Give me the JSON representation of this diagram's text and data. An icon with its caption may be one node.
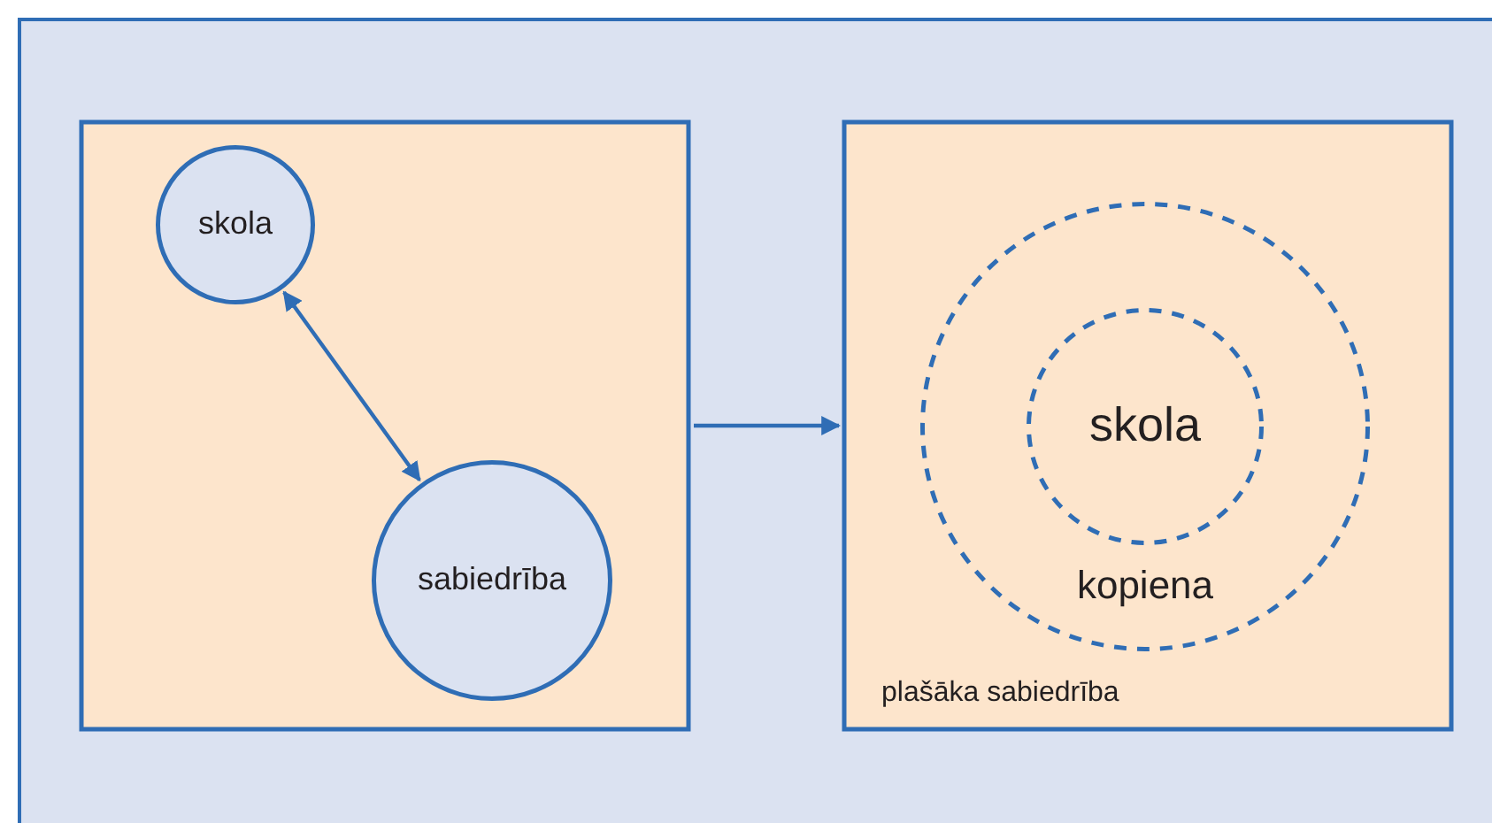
{
  "diagram": {
    "nodes": [
      {
        "text": [],
        "shape": "box"
      },
      {
        "text": [
          "skola"
        ],
        "in": 0
      },
      {
        "text": [
          "sabiedrība"
        ],
        "in": 0
      },
      {
        "text": [
          "plašāka sabiedrība"
        ]
      },
      {
        "text": [
          "kopiena"
        ],
        "in": 3
      },
      {
        "text": [
          "skola"
        ],
        "in": 4
      }
    ],
    "edges": [
      {
        "from": 1,
        "to": 2,
        "arrow": "both"
      },
      {
        "from": 0,
        "to": 3,
        "arrow": "to"
      }
    ]
  }
}
